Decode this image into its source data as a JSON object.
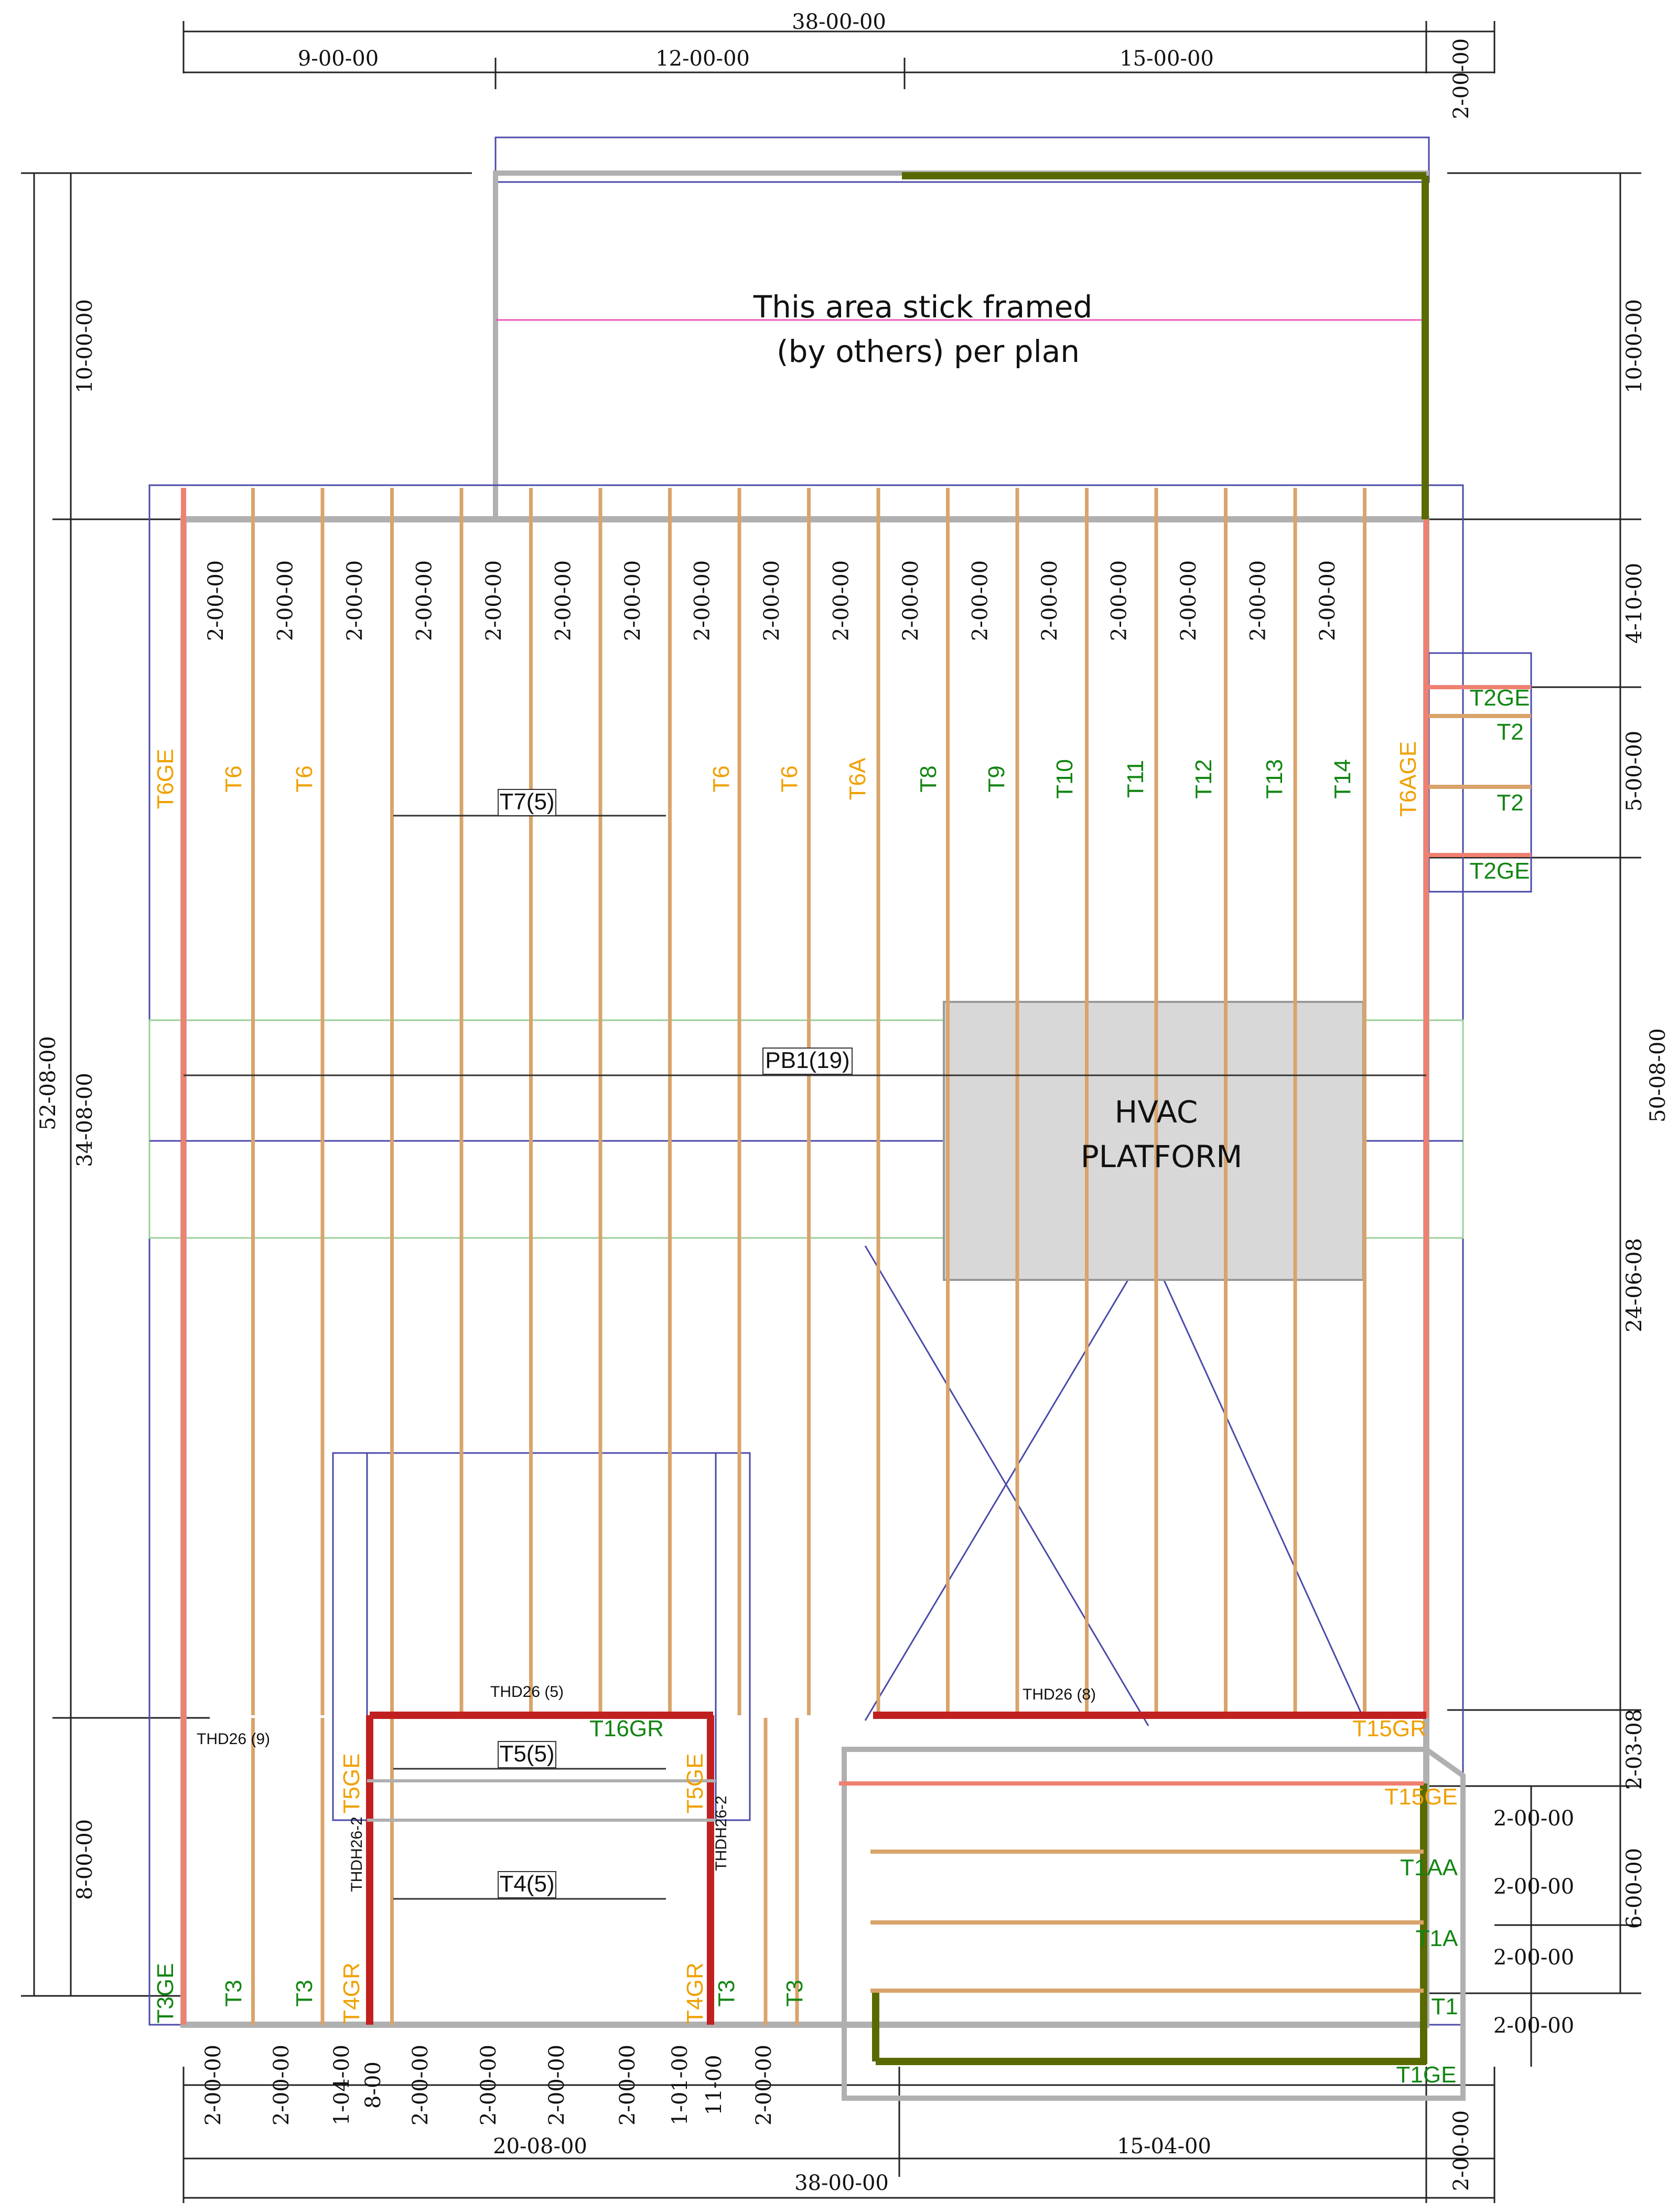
{
  "colors": {
    "orange": "#f0a000",
    "green": "#128512",
    "truss_tan": "#d9a46a",
    "girder_red": "#c02020",
    "gable_red": "#f08070",
    "pink": "#ee58b8",
    "blue": "#4a4aaa",
    "gray": "#b8b8b8",
    "olive": "#5a6a00"
  },
  "dimensions": {
    "top_total": "38-00-00",
    "top_left": "9-00-00",
    "top_mid": "12-00-00",
    "top_right": "15-00-00",
    "top_overhang": "2-00-00",
    "left_total": "52-08-00",
    "left_upper": "10-00-00",
    "left_middle": "34-08-00",
    "left_lower": "8-00-00",
    "right_upper": "10-00-00",
    "right_a": "4-10-00",
    "right_b": "5-00-00",
    "right_c": "24-06-08",
    "right_d": "2-03-08",
    "right_e": "6-00-00",
    "right_total": "50-08-00",
    "spacing": "2-00-00",
    "bottom_spacings": [
      "2-00-00",
      "2-00-00",
      "1-04-00",
      "8-00",
      "2-00-00",
      "2-00-00",
      "2-00-00",
      "2-00-00",
      "1-01-00",
      "11-00",
      "2-00-00"
    ],
    "right_bottom_spacings": [
      "2-00-00",
      "2-00-00",
      "2-00-00",
      "2-00-00"
    ],
    "bottom_left": "20-08-00",
    "bottom_right": "15-04-00",
    "bottom_total": "38-00-00",
    "bottom_overhang": "2-00-00"
  },
  "notes": {
    "stick_line1": "This area stick framed",
    "stick_line2": "(by others) per plan",
    "hvac_line1": "HVAC",
    "hvac_line2": "PLATFORM"
  },
  "trusses": {
    "main": [
      {
        "label": "T6GE",
        "color": "orange"
      },
      {
        "label": "T6",
        "color": "orange"
      },
      {
        "label": "T6",
        "color": "orange"
      },
      {
        "label": "T6",
        "color": "orange"
      },
      {
        "label": "T6",
        "color": "orange"
      },
      {
        "label": "T6A",
        "color": "orange"
      },
      {
        "label": "T8",
        "color": "green"
      },
      {
        "label": "T9",
        "color": "green"
      },
      {
        "label": "T10",
        "color": "green"
      },
      {
        "label": "T11",
        "color": "green"
      },
      {
        "label": "T12",
        "color": "green"
      },
      {
        "label": "T13",
        "color": "green"
      },
      {
        "label": "T14",
        "color": "green"
      },
      {
        "label": "T6AGE",
        "color": "orange"
      }
    ],
    "t7_group": "T7(5)",
    "piggyback": "PB1(19)",
    "right_bump": [
      "T2GE",
      "T2",
      "T2",
      "T2GE"
    ],
    "lower_left": [
      {
        "label": "T3GE",
        "color": "green"
      },
      {
        "label": "T3",
        "color": "green"
      },
      {
        "label": "T3",
        "color": "green"
      },
      {
        "label": "T4GR",
        "color": "orange"
      },
      {
        "label": "T4GR",
        "color": "orange"
      },
      {
        "label": "T3",
        "color": "green"
      },
      {
        "label": "T3",
        "color": "green"
      }
    ],
    "t5ge_left": "T5GE",
    "t5ge_right": "T5GE",
    "t5_group": "T5(5)",
    "t4_group": "T4(5)",
    "t16gr": "T16GR",
    "t15gr": "T15GR",
    "t15ge": "T15GE",
    "lower_right": [
      "T1AA",
      "T1A",
      "T1",
      "T1GE"
    ]
  },
  "hangers": {
    "thd26_left": "THD26 (9)",
    "thd26_mid": "THD26 (5)",
    "thd26_right": "THD26 (8)",
    "thdh_left": "THDH26-2",
    "thdh_right": "THDH26-2"
  }
}
